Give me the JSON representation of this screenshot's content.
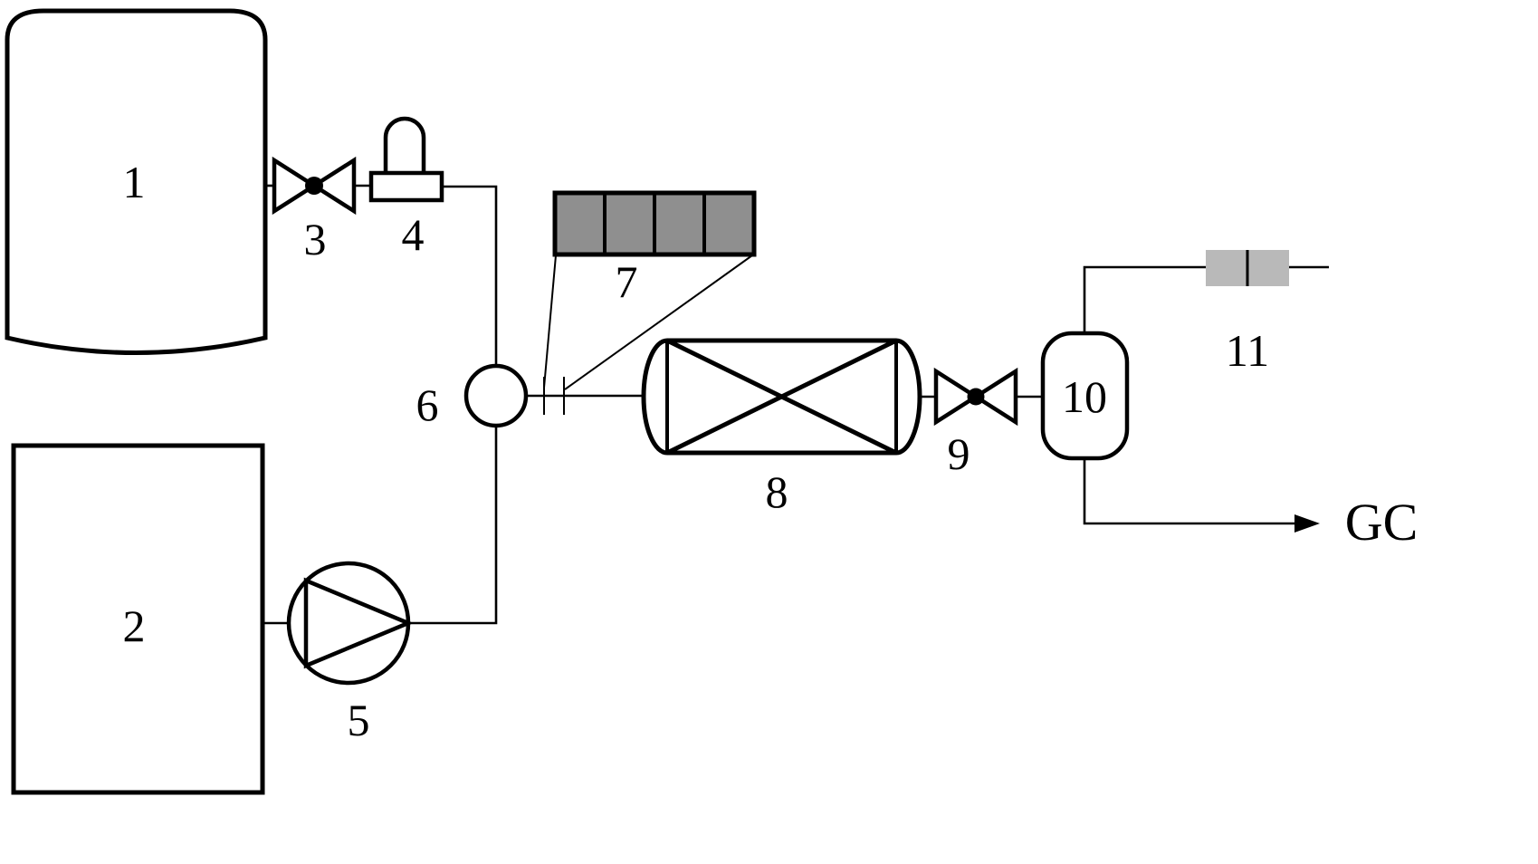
{
  "diagram": {
    "labels": {
      "tank1": "1",
      "tank2": "2",
      "valve3": "3",
      "regulator4": "4",
      "pump5": "5",
      "mixer6": "6",
      "furnace7": "7",
      "reactor8": "8",
      "valve9": "9",
      "separator10": "10",
      "filter11": "11",
      "gc_outlet": "GC"
    },
    "colors": {
      "stroke": "#000000",
      "furnace_fill": "#8f8f8f",
      "filter_fill": "#b9b9b9",
      "background": "#ffffff"
    }
  }
}
